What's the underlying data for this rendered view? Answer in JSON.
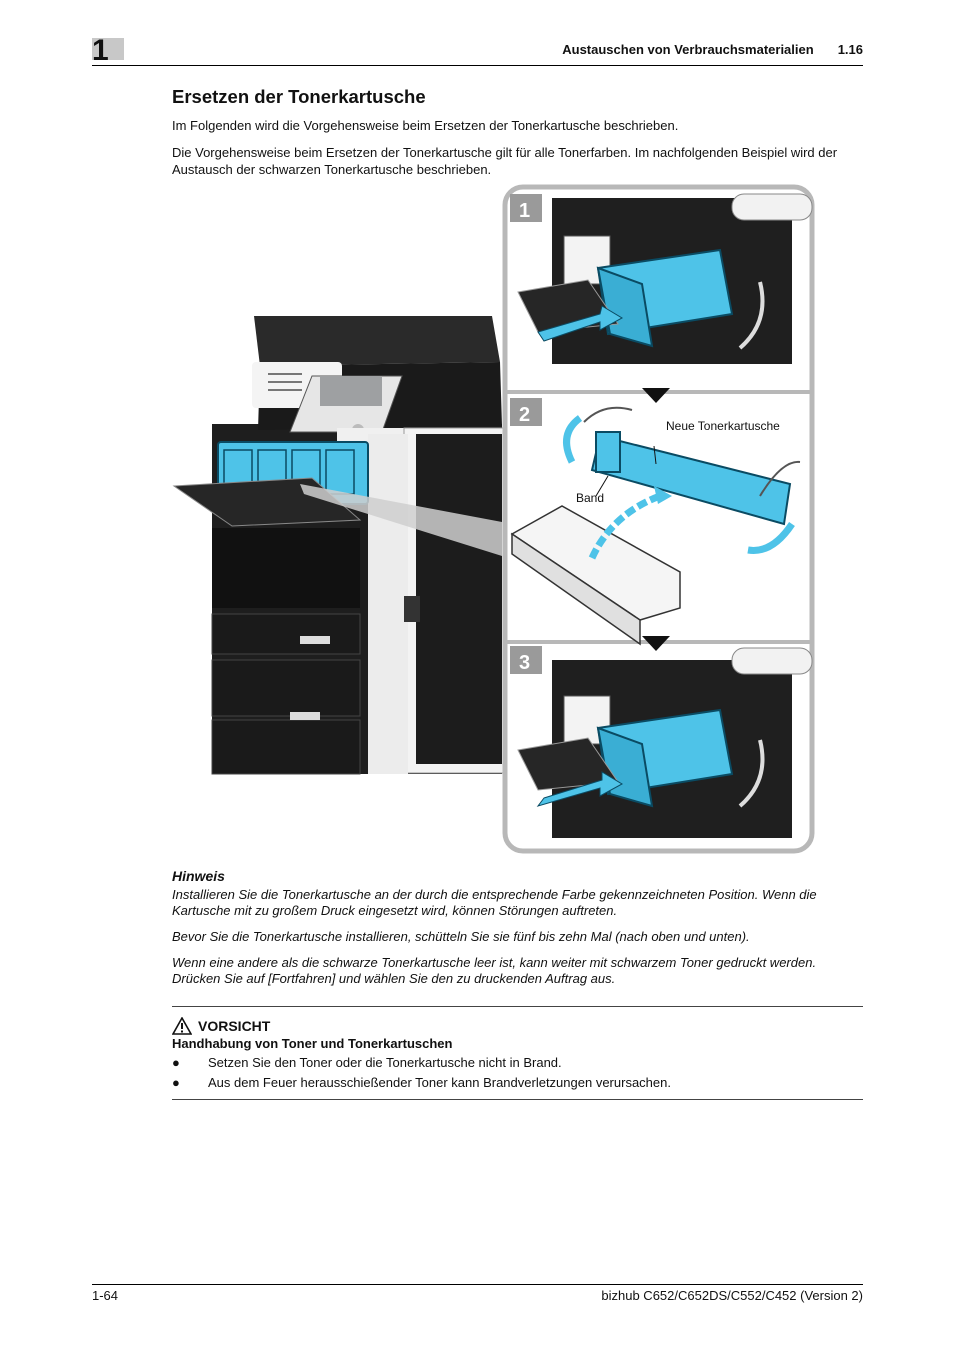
{
  "header": {
    "chapter_number": "1",
    "section_title": "Austauschen von Verbrauchsmaterialien",
    "section_number": "1.16"
  },
  "title": "Ersetzen der Tonerkartusche",
  "intro": [
    "Im Folgenden wird die Vorgehensweise beim Ersetzen der Tonerkartusche beschrieben.",
    "Die Vorgehensweise beim Ersetzen der Tonerkartusche gilt für alle Tonerfarben. Im nachfolgenden Beispiel wird der Austausch der schwarzen Tonerkartusche beschrieben."
  ],
  "figure": {
    "steps": [
      "1",
      "2",
      "3"
    ],
    "label_new_cartridge": "Neue Tonerkartusche",
    "label_band": "Band",
    "colors": {
      "cartridge": "#4ec3e8",
      "step_badge": "#9a9a9a",
      "frame": "#b8b8b8",
      "machine": "#1e1e1e"
    }
  },
  "hint": {
    "title": "Hinweis",
    "paragraphs": [
      "Installieren Sie die Tonerkartusche an der durch die entsprechende Farbe gekennzeichneten Position. Wenn die Kartusche mit zu großem Druck eingesetzt wird, können Störungen auftreten.",
      "Bevor Sie die Tonerkartusche installieren, schütteln Sie sie fünf bis zehn Mal (nach oben und unten).",
      "Wenn eine andere als die schwarze Tonerkartusche leer ist, kann weiter mit schwarzem Toner gedruckt werden. Drücken Sie auf [Fortfahren] und wählen Sie den zu druckenden Auftrag aus."
    ]
  },
  "caution": {
    "icon": "warning-triangle-icon",
    "title": "VORSICHT",
    "subtitle": "Handhabung von Toner und Tonerkartuschen",
    "bullet_char": "●",
    "items": [
      "Setzen Sie den Toner oder die Tonerkartusche nicht in Brand.",
      "Aus dem Feuer herausschießender Toner kann Brandverletzungen verursachen."
    ]
  },
  "footer": {
    "page": "1-64",
    "product": "bizhub C652/C652DS/C552/C452 (Version 2)"
  }
}
